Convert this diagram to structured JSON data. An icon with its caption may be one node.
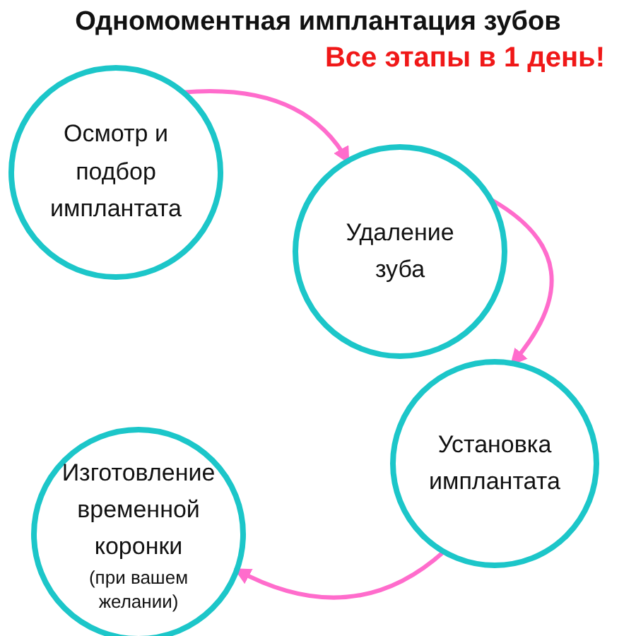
{
  "diagram": {
    "title": "Одномоментная имплантация зубов",
    "nodes": [
      {
        "text": [
          "Осмотр и подбор имплантата"
        ]
      },
      {
        "text": [
          "Удаление зуба"
        ]
      },
      {
        "text": [
          "Установка имплантата"
        ]
      },
      {
        "text": [
          "Изготовление временной коронки",
          "(при вашем желании)"
        ]
      }
    ],
    "edges": [
      {
        "from": 0,
        "to": 1,
        "arrow": "to"
      },
      {
        "from": 1,
        "to": 2,
        "arrow": "to"
      },
      {
        "from": 2,
        "to": 3,
        "arrow": "to"
      }
    ],
    "labels": [
      "Все этапы в 1 день!"
    ]
  }
}
